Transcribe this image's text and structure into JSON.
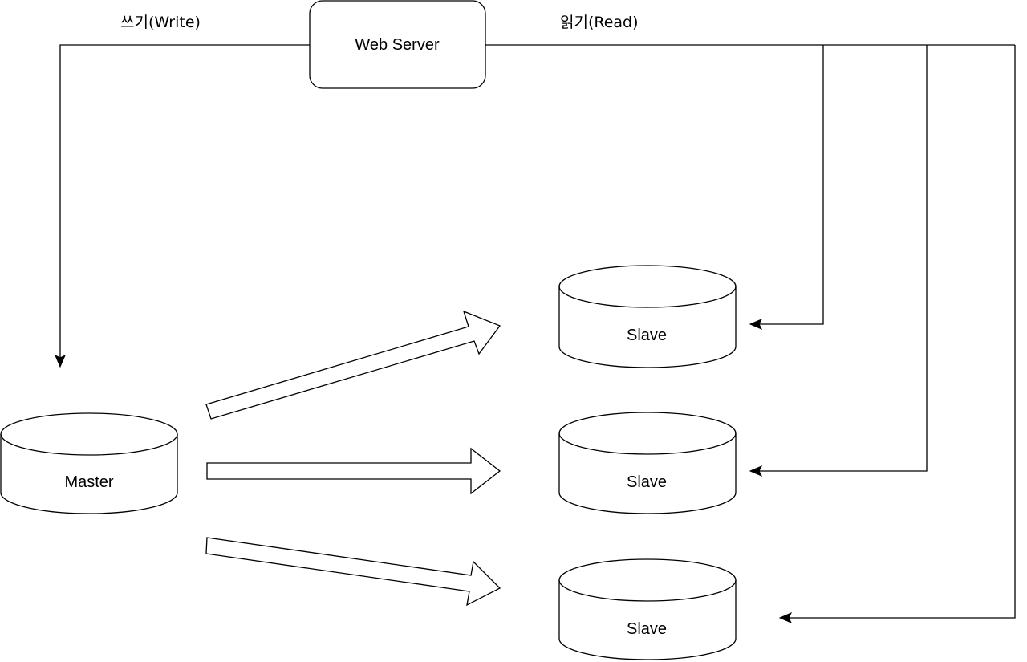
{
  "diagram": {
    "colors": {
      "stroke": "#000000",
      "fill": "#ffffff",
      "text": "#000000"
    },
    "nodes": {
      "web_server": {
        "label": "Web Server",
        "shape": "rounded-rectangle"
      },
      "master": {
        "label": "Master",
        "shape": "cylinder"
      },
      "slave_1": {
        "label": "Slave",
        "shape": "cylinder"
      },
      "slave_2": {
        "label": "Slave",
        "shape": "cylinder"
      },
      "slave_3": {
        "label": "Slave",
        "shape": "cylinder"
      }
    },
    "edges": {
      "write": {
        "label": "쓰기(Write)",
        "from": "web_server",
        "to": "master"
      },
      "read": {
        "label": "읽기(Read)",
        "from": "web_server",
        "to": [
          "slave_1",
          "slave_2",
          "slave_3"
        ]
      },
      "replication": {
        "from": "master",
        "to": [
          "slave_1",
          "slave_2",
          "slave_3"
        ],
        "style": "block-arrow"
      }
    }
  }
}
